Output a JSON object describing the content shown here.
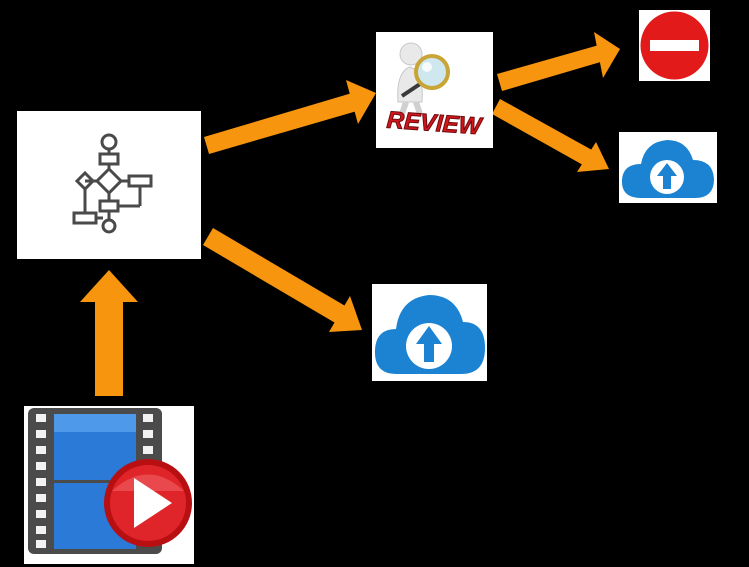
{
  "diagram": {
    "arrow_color": "#f7950f",
    "background_color": "#000000",
    "nodes": {
      "video": {
        "icon": "video-play-icon"
      },
      "workflow": {
        "icon": "flowchart-icon"
      },
      "review": {
        "icon": "review-magnifier-icon",
        "label": "REVIEW"
      },
      "reject": {
        "icon": "no-entry-icon"
      },
      "upload_after_review": {
        "icon": "cloud-upload-icon"
      },
      "upload_direct": {
        "icon": "cloud-upload-icon"
      }
    },
    "edges": [
      {
        "from": "video",
        "to": "workflow"
      },
      {
        "from": "workflow",
        "to": "review"
      },
      {
        "from": "workflow",
        "to": "upload_direct"
      },
      {
        "from": "review",
        "to": "reject"
      },
      {
        "from": "review",
        "to": "upload_after_review"
      }
    ]
  }
}
